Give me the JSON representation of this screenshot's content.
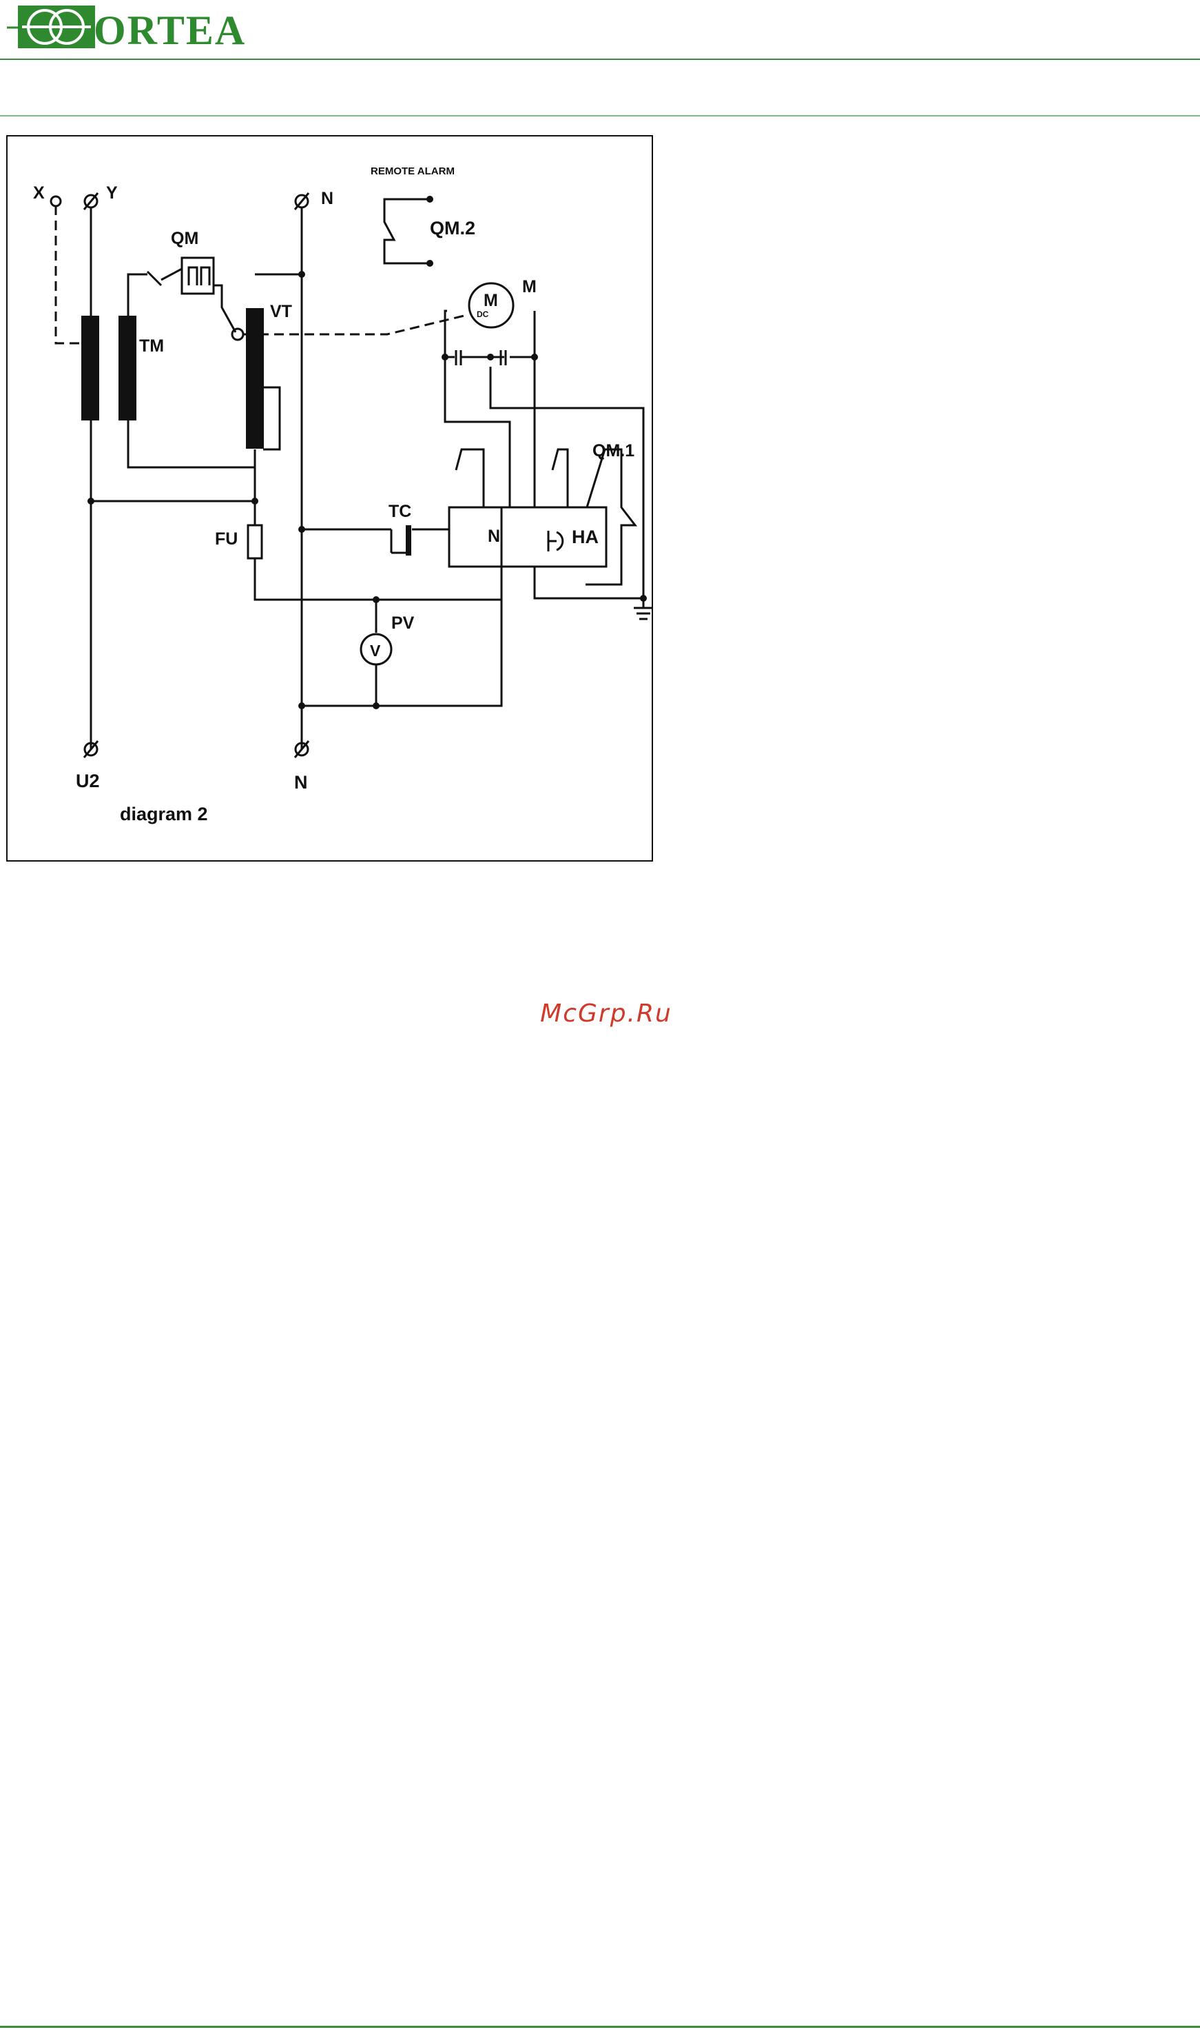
{
  "header": {
    "brand": "ORTEA",
    "brand_color": "#2f8a2f",
    "rule_color": "#3c8c3c"
  },
  "diagram": {
    "caption": "diagram 2",
    "remote_alarm": "REMOTE ALARM",
    "labels": {
      "x": "X",
      "y": "Y",
      "n_top": "N",
      "qm": "QM",
      "tm": "TM",
      "vt": "VT",
      "qm2": "QM.2",
      "m": "M",
      "motor_m": "M",
      "motor_dc": "DC",
      "qm1": "QM.1",
      "tc": "TC",
      "fu": "FU",
      "n_box": "N",
      "ha": "HA",
      "pv": "PV",
      "v": "V",
      "u2": "U2",
      "n_bottom": "N"
    }
  },
  "watermark": "McGrp.Ru"
}
